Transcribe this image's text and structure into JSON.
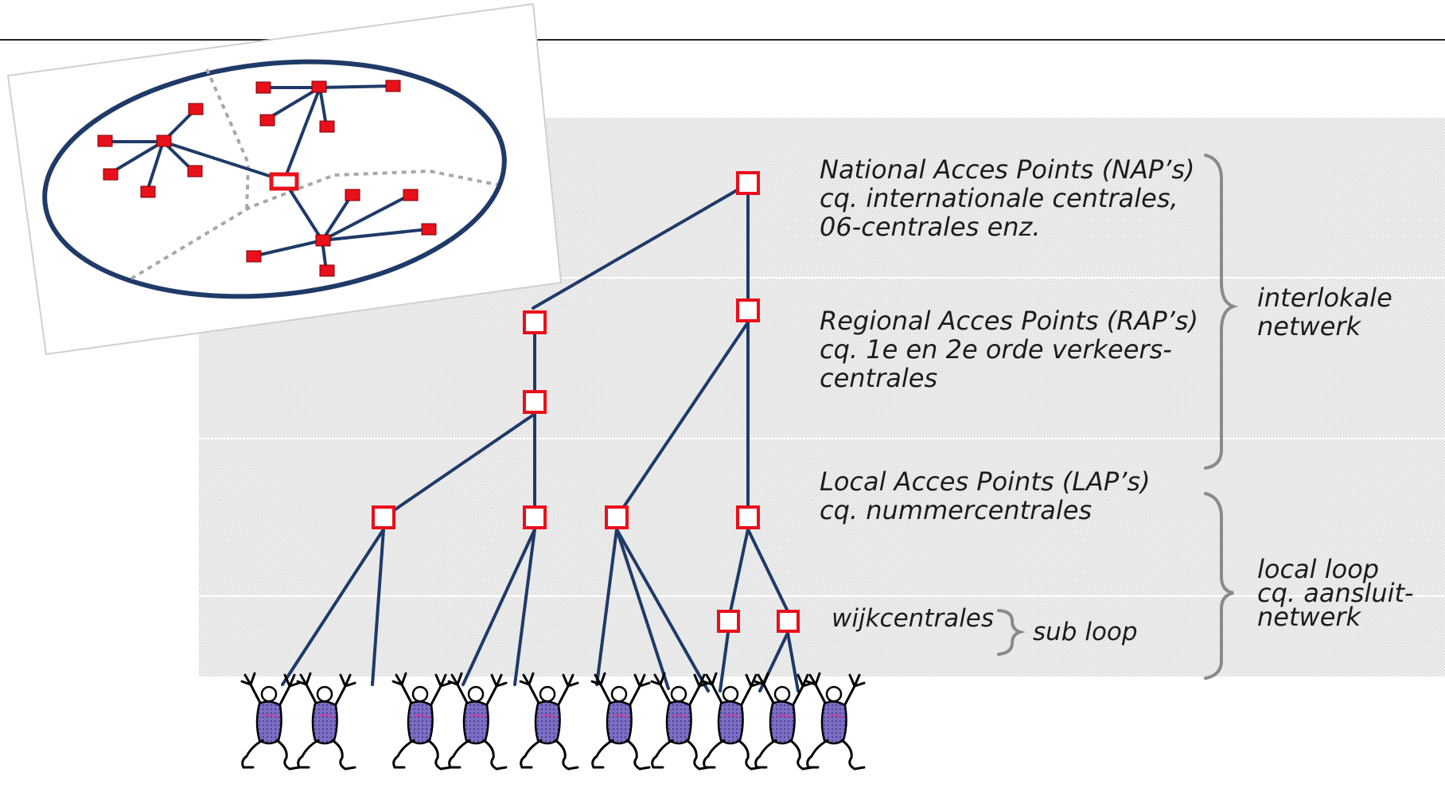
{
  "levels": {
    "nap": {
      "lines": [
        "National Acces Points (NAP’s)",
        "cq. internationale centrales,",
        "06-centrales enz."
      ]
    },
    "rap": {
      "lines": [
        "Regional Acces Points (RAP’s)",
        "cq. 1e en 2e orde verkeers-",
        "centrales"
      ]
    },
    "lap": {
      "lines": [
        "Local Acces Points (LAP’s)",
        "cq. nummercentrales"
      ]
    },
    "wijk": {
      "label": "wijkcentrales"
    }
  },
  "brackets": {
    "interlokaal": {
      "lines": [
        "interlokale",
        "netwerk"
      ]
    },
    "local_loop": {
      "lines": [
        "local loop",
        "cq. aansluit-",
        "netwerk"
      ]
    },
    "sub_loop": {
      "label": "sub loop"
    }
  },
  "colors": {
    "line": "#1f3a68",
    "node": "#e8101b",
    "band": "#e9e9e9",
    "bracket": "#8a8a8a",
    "figure_body": "#6e63b5",
    "figure_outline": "#000000"
  }
}
